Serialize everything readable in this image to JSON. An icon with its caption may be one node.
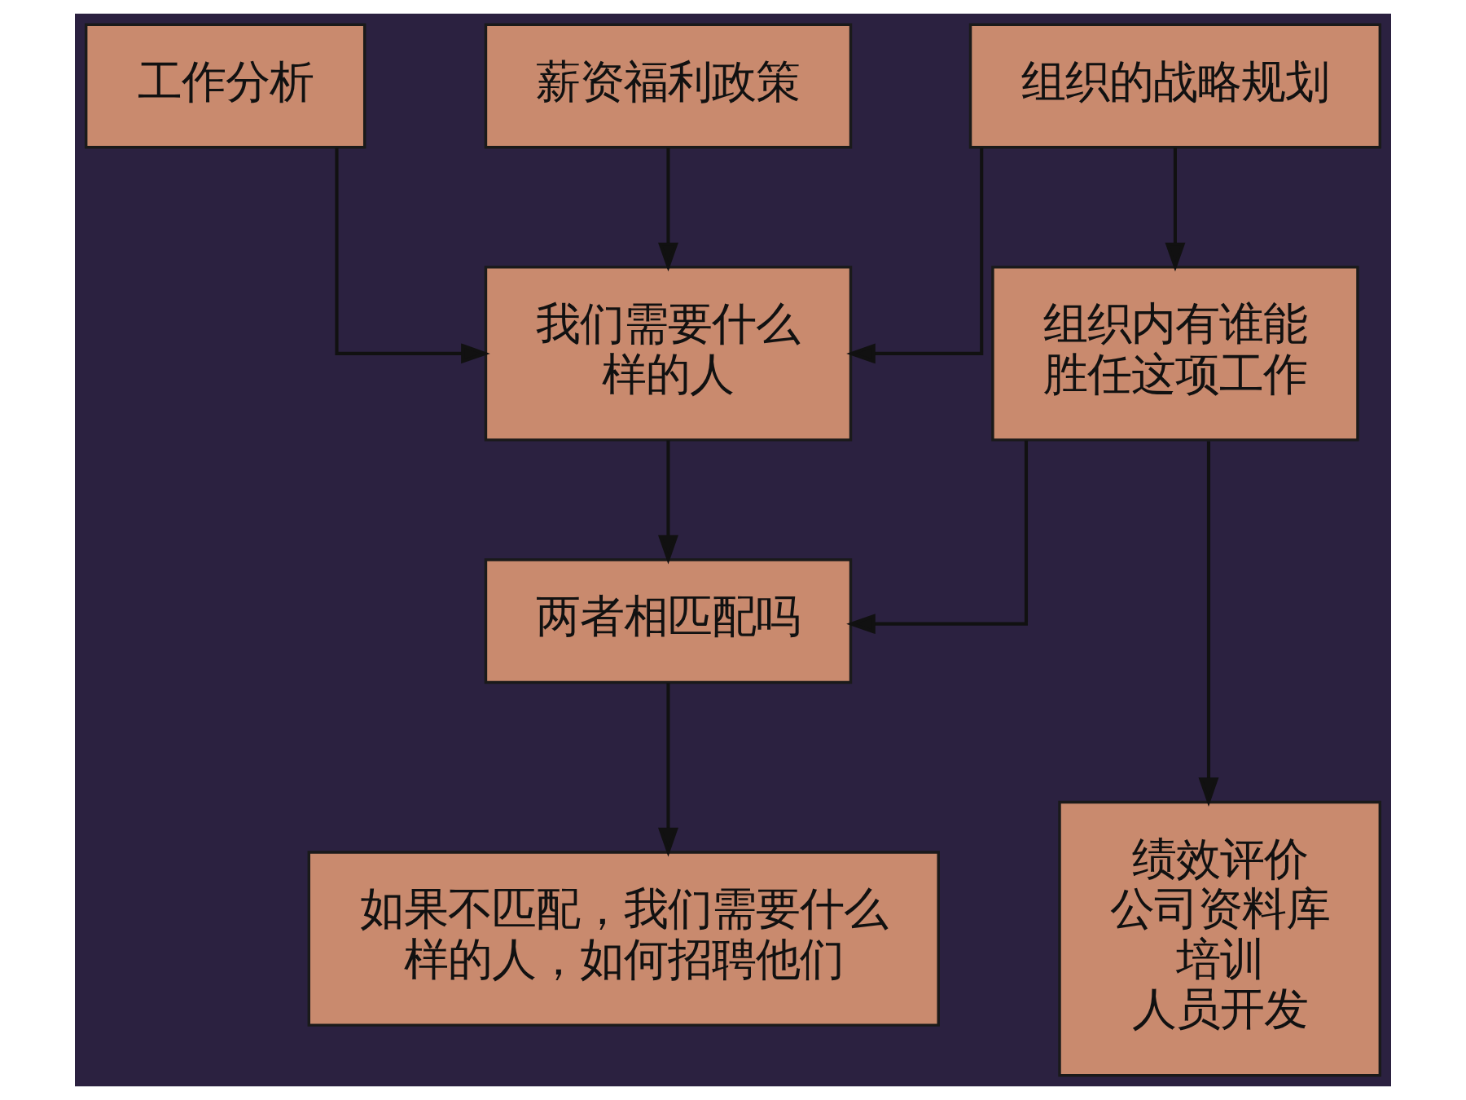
{
  "diagram": {
    "nodes": [
      {
        "text": [
          "组织的战略规划"
        ]
      },
      {
        "text": [
          "工作分析"
        ]
      },
      {
        "text": [
          "我们需要什么样的人"
        ]
      },
      {
        "text": [
          "组织内有谁能胜任这项工作"
        ]
      },
      {
        "text": [
          "薪资福利政策"
        ]
      },
      {
        "text": [
          "两者相匹配吗"
        ]
      },
      {
        "text": [
          "如果不匹配，我们需要什么样的人，如何招聘他们"
        ]
      },
      {
        "text": [
          "绩效评价",
          "公司资料库",
          "培训",
          "人员开发"
        ]
      }
    ],
    "edges": [
      {
        "from": 0,
        "to": 2,
        "arrow": "to"
      },
      {
        "from": 0,
        "to": 3,
        "arrow": "to"
      },
      {
        "from": 1,
        "to": 2,
        "arrow": "to"
      },
      {
        "from": 4,
        "to": 2,
        "arrow": "to"
      },
      {
        "from": 2,
        "to": 5,
        "arrow": "to"
      },
      {
        "from": 3,
        "to": 5,
        "arrow": "to"
      },
      {
        "from": 5,
        "to": 6,
        "arrow": "to"
      },
      {
        "from": 3,
        "to": 7,
        "arrow": "to"
      }
    ]
  }
}
